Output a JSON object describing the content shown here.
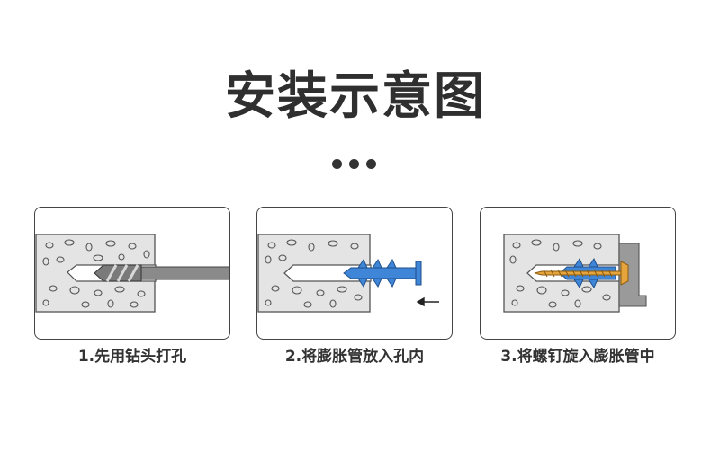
{
  "title": "安装示意图",
  "steps": [
    {
      "caption": "1.先用钻头打孔"
    },
    {
      "caption": "2.将膨胀管放入孔内"
    },
    {
      "caption": "3.将螺钉旋入膨胀管中"
    }
  ],
  "colors": {
    "concrete": "#e4e4e4",
    "concrete_outline": "#555555",
    "drill": "#7a7a7a",
    "anchor": "#3f86d8",
    "screw": "#e5a53c",
    "bracket": "#9a9a9a"
  }
}
